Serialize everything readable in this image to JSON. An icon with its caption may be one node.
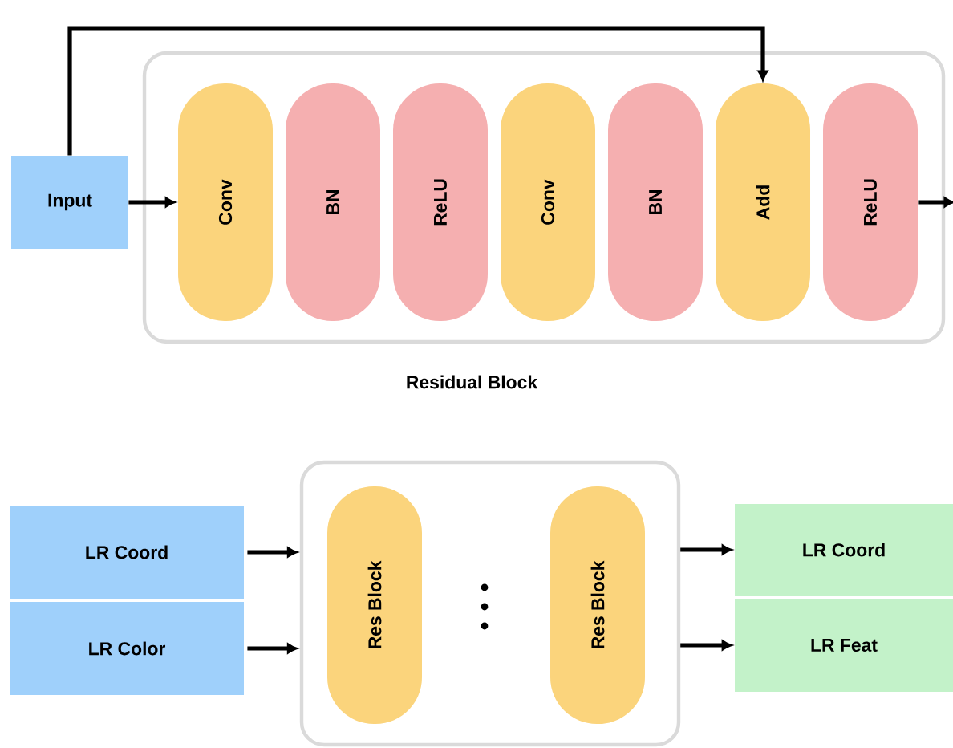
{
  "diagram": {
    "nodes": [
      {
        "text": [
          "Input"
        ]
      },
      {
        "text": [
          "Residual Block"
        ]
      },
      {
        "text": [
          "Conv"
        ],
        "in": 1
      },
      {
        "text": [
          "BN"
        ],
        "in": 1
      },
      {
        "text": [
          "ReLU"
        ],
        "in": 1
      },
      {
        "text": [
          "Conv"
        ],
        "in": 1
      },
      {
        "text": [
          "BN"
        ],
        "in": 1
      },
      {
        "text": [
          "Add"
        ],
        "in": 1
      },
      {
        "text": [
          "ReLU"
        ],
        "in": 1
      },
      {
        "text": [
          "LR Coord"
        ]
      },
      {
        "text": [
          "LR Color"
        ]
      },
      {
        "text": [],
        "shape": "box"
      },
      {
        "text": [
          "Res Block"
        ],
        "in": 11
      },
      {
        "text": [
          "Res Block"
        ],
        "in": 11
      },
      {
        "text": [
          "LR Coord"
        ]
      },
      {
        "text": [
          "LR Feat"
        ]
      }
    ],
    "edges": [
      {
        "from": 0,
        "to": 2,
        "arrow": "to"
      },
      {
        "from": 0,
        "to": 7,
        "arrow": "to"
      },
      {
        "from": 8,
        "to": null,
        "arrow": "to"
      },
      {
        "from": 9,
        "to": 11,
        "arrow": "to"
      },
      {
        "from": 10,
        "to": 11,
        "arrow": "to"
      },
      {
        "from": 11,
        "to": 14,
        "arrow": "to"
      },
      {
        "from": 11,
        "to": 15,
        "arrow": "to"
      }
    ]
  }
}
